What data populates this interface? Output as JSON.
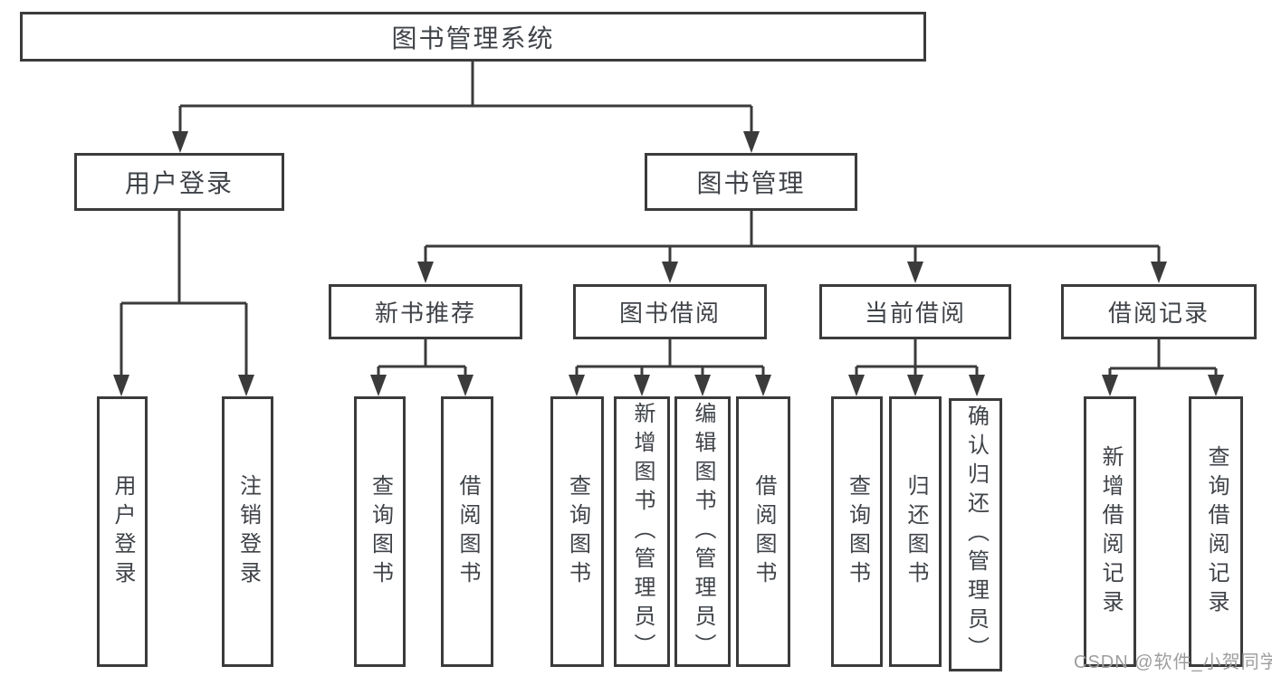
{
  "colors": {
    "background": "#ffffff",
    "line": "#3b3b3b",
    "box_border": "#3b3b3b",
    "text": "#3f4348",
    "watermark": "#9e9e9e"
  },
  "watermark": {
    "text": "CSDN @软件_小贺同学"
  },
  "tree": {
    "root": {
      "label": "图书管理系统"
    },
    "branches": [
      {
        "label": "用户登录",
        "children": [
          {
            "label": "用户登录"
          },
          {
            "label": "注销登录"
          }
        ]
      },
      {
        "label": "图书管理",
        "children": [
          {
            "label": "新书推荐",
            "children": [
              {
                "label": "查询图书"
              },
              {
                "label": "借阅图书"
              }
            ]
          },
          {
            "label": "图书借阅",
            "children": [
              {
                "label": "查询图书"
              },
              {
                "label": "新增图书（管理员）"
              },
              {
                "label": "编辑图书（管理员）"
              },
              {
                "label": "借阅图书"
              }
            ]
          },
          {
            "label": "当前借阅",
            "children": [
              {
                "label": "查询图书"
              },
              {
                "label": "归还图书"
              },
              {
                "label": "确认归还（管理员）"
              }
            ]
          },
          {
            "label": "借阅记录",
            "children": [
              {
                "label": "新增借阅记录"
              },
              {
                "label": "查询借阅记录"
              }
            ]
          }
        ]
      }
    ]
  }
}
